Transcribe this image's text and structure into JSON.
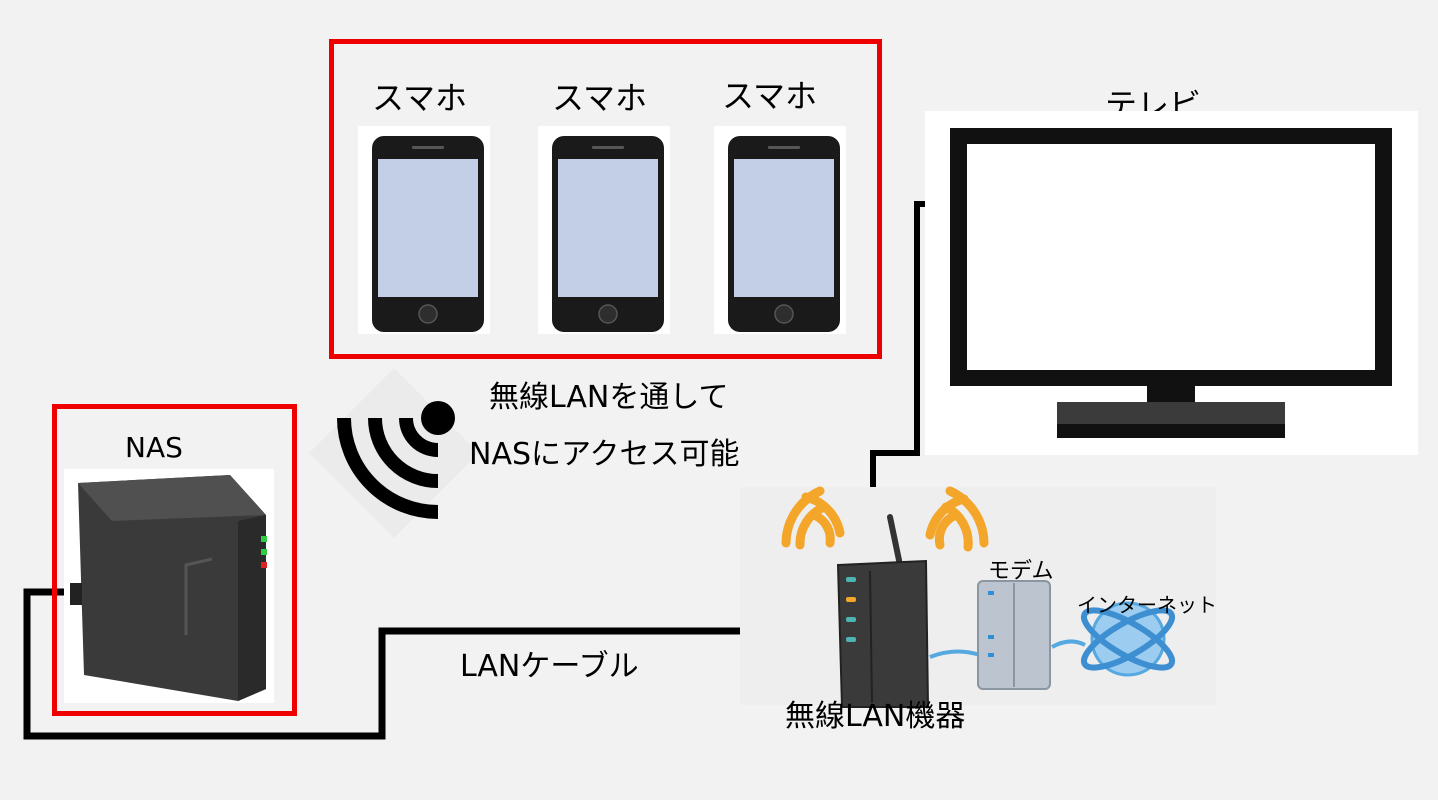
{
  "labels": {
    "smartphone": "スマホ",
    "tv": "テレビ",
    "nas": "NAS",
    "wireless_caption_1": "無線LANを通して",
    "wireless_caption_2": "NASにアクセス可能",
    "lan_cable": "LANケーブル",
    "router": "無線LAN機器",
    "modem": "モデム",
    "internet": "インターネット"
  },
  "colors": {
    "highlight_border": "#ee0000",
    "cable": "#000000",
    "phone_screen": "#c2cfe6",
    "wifi_orange": "#f3a62a",
    "globe_blue": "#56a9e0"
  },
  "icons": [
    "smartphone-icon",
    "tv-icon",
    "nas-icon",
    "wifi-signal-icon",
    "router-icon",
    "modem-icon",
    "globe-icon"
  ]
}
